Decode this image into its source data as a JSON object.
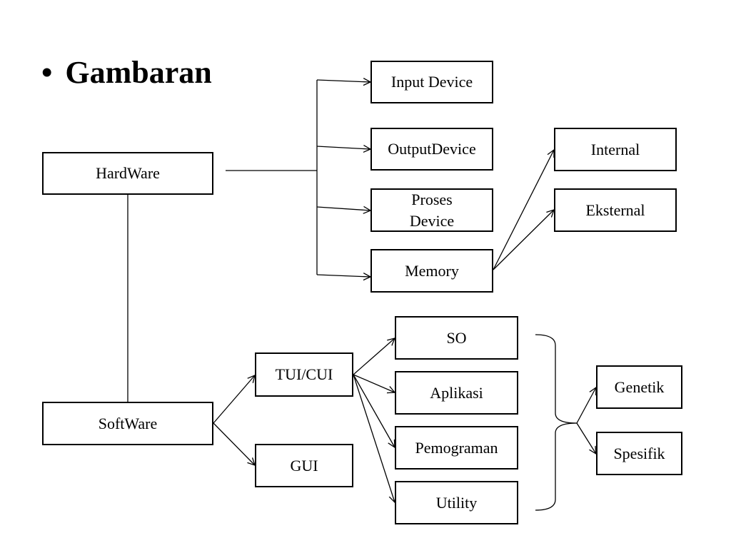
{
  "slide": {
    "bullet": "•",
    "title": "Gambaran"
  },
  "nodes": {
    "hardware": "HardWare",
    "software": "SoftWare",
    "input_device": "Input Device",
    "output_device": "OutputDevice",
    "proses_device_line1": "Proses",
    "proses_device_line2": "Device",
    "memory": "Memory",
    "internal": "Internal",
    "eksternal": "Eksternal",
    "tui_cui": "TUI/CUI",
    "gui": "GUI",
    "so": "SO",
    "aplikasi": "Aplikasi",
    "pemograman": "Pemograman",
    "utility": "Utility",
    "genetik": "Genetik",
    "spesifik": "Spesifik"
  },
  "colors": {
    "line": "#000000",
    "box_border": "#000000",
    "background": "#ffffff"
  }
}
